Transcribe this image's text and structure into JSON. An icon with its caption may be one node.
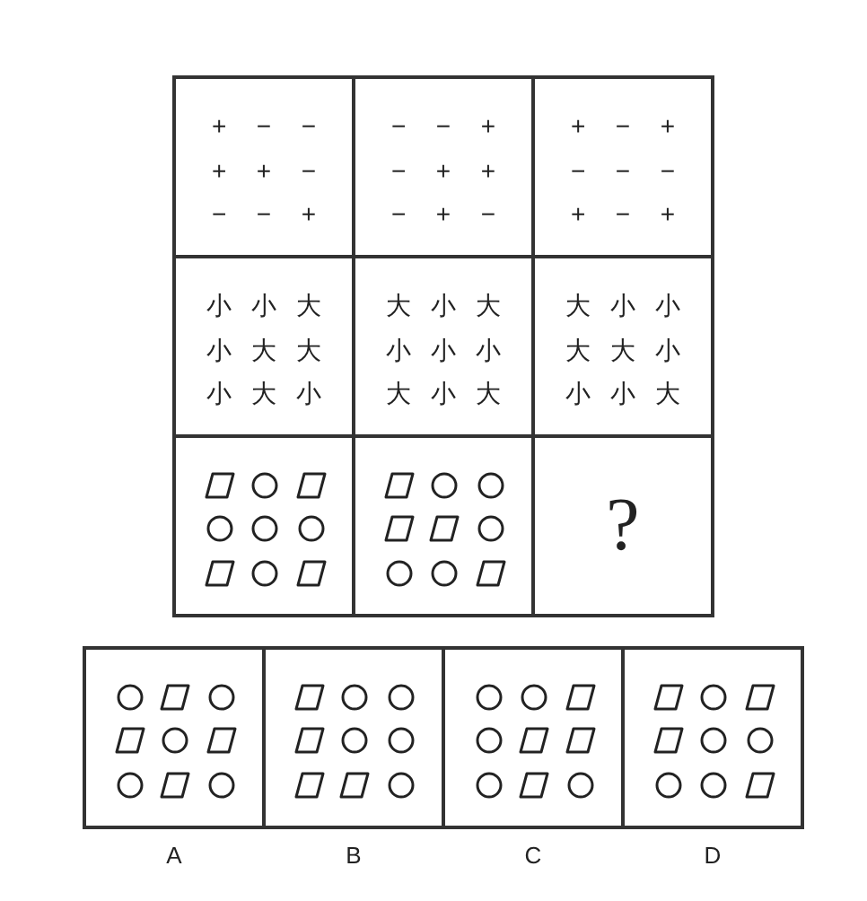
{
  "diagram": {
    "nodes": [
      {
        "text": [
          "+ − −",
          "+ + −",
          "− − +"
        ]
      },
      {
        "text": [
          "− − +",
          "− + +",
          "− + −"
        ]
      },
      {
        "text": [
          "+ − +",
          "− − −",
          "+ − +"
        ]
      },
      {
        "text": [
          "小 小 大",
          "小 大 大",
          "小 大 小"
        ]
      },
      {
        "text": [
          "大 小 大",
          "小 小 小",
          "大 小 大"
        ]
      },
      {
        "text": [
          "大 小 小",
          "大 大 小",
          "小 小 大"
        ]
      },
      {
        "text": [],
        "shape": "box"
      },
      {
        "text": [],
        "shape": "box"
      },
      {
        "text": [
          "?"
        ]
      },
      {
        "text": [],
        "shape": "box",
        "beside": [
          "A"
        ]
      },
      {
        "text": [],
        "shape": "box",
        "beside": [
          "B"
        ]
      },
      {
        "text": [],
        "shape": "box",
        "beside": [
          "C"
        ]
      },
      {
        "text": [],
        "shape": "box",
        "beside": [
          "D"
        ]
      }
    ]
  }
}
